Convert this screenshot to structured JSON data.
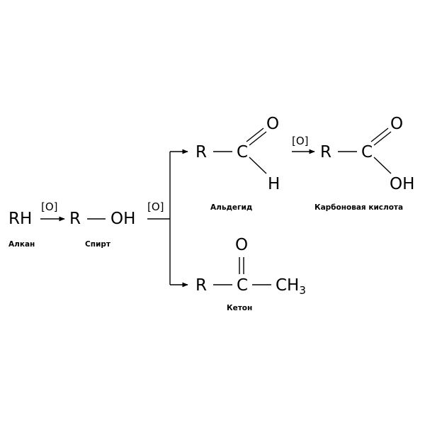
{
  "reagent": "[O]",
  "alkane": {
    "formula": "RH",
    "caption": "Алкан"
  },
  "alcohol": {
    "r": "R",
    "oh": "OH",
    "caption": "Спирт"
  },
  "aldehyde": {
    "r": "R",
    "c": "C",
    "o": "O",
    "h": "H",
    "caption": "Альдегид"
  },
  "acid": {
    "r": "R",
    "c": "C",
    "o": "O",
    "oh": "OH",
    "caption": "Карбоновая кислота"
  },
  "ketone": {
    "r": "R",
    "c": "C",
    "o": "O",
    "ch": "CH",
    "sub3": "3",
    "caption": "Кетон"
  }
}
